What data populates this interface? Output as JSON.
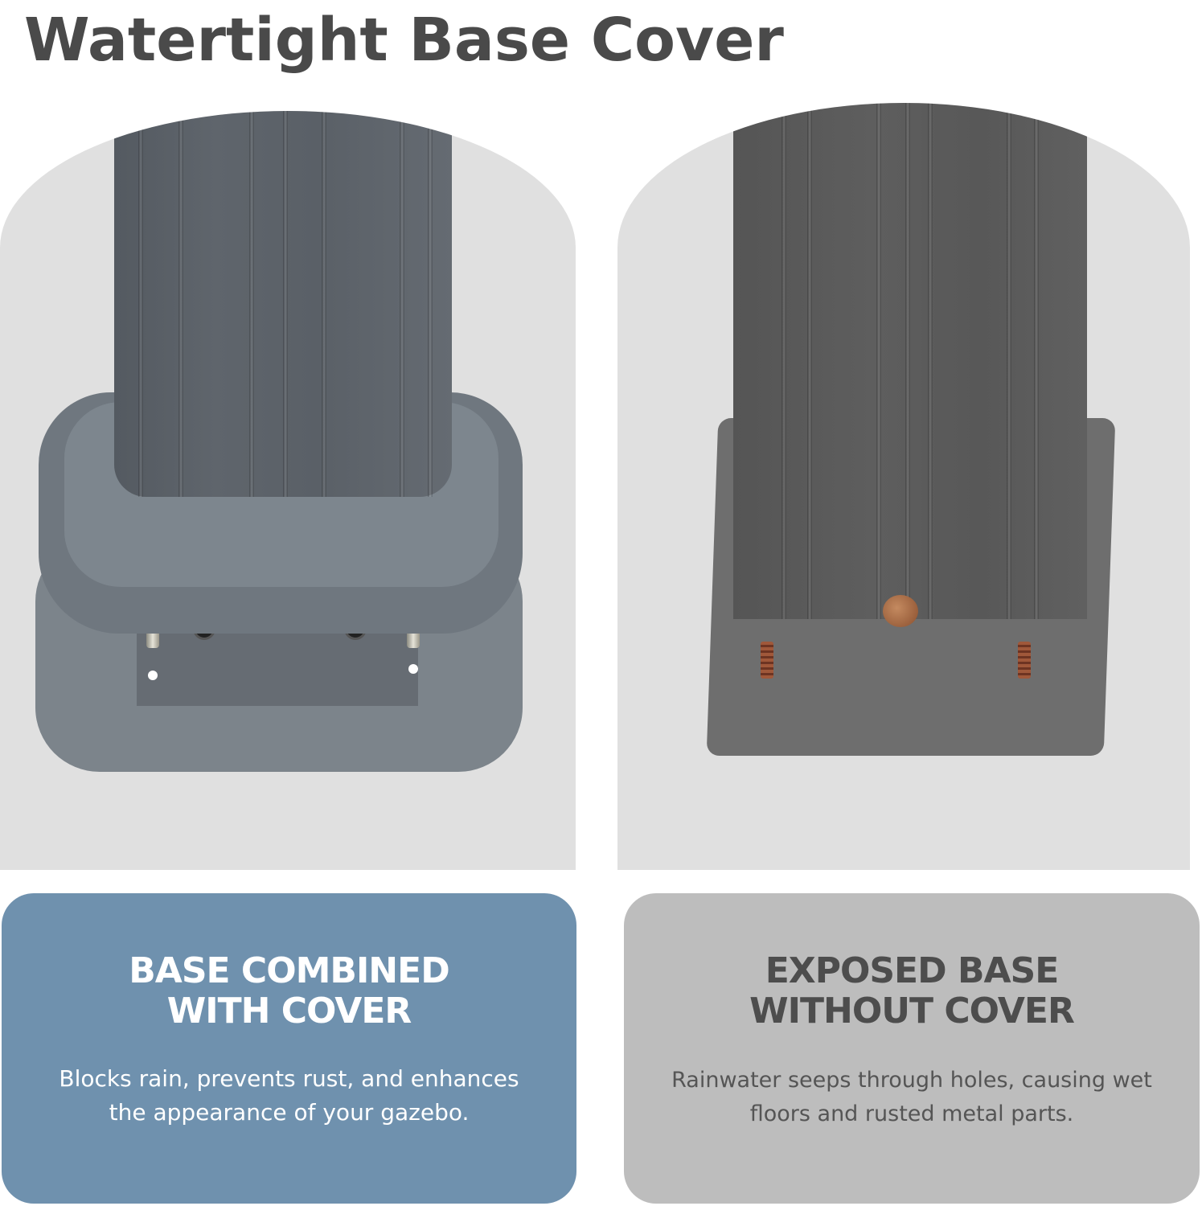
{
  "page": {
    "title": "Watertight Base Cover"
  },
  "colors": {
    "title_text": "#4a4a4a",
    "panel_bg": "#e0e0e0",
    "left_card_bg": "#6f91ae",
    "right_card_bg": "#bdbdbd",
    "left_card_text": "#ffffff",
    "right_card_text": "#4d4d4d"
  },
  "images": {
    "left": "post-base-with-cover-photo",
    "right": "post-base-without-cover-photo"
  },
  "cards": [
    {
      "heading_lines": [
        "BASE COMBINED",
        "WITH COVER"
      ],
      "text_lines": [
        "Blocks rain, prevents rust, and enhances",
        "the appearance of your gazebo."
      ]
    },
    {
      "heading_lines": [
        "EXPOSED BASE",
        "WITHOUT COVER"
      ],
      "text_lines": [
        "Rainwater seeps through holes, causing wet",
        "floors and rusted metal parts."
      ]
    }
  ]
}
